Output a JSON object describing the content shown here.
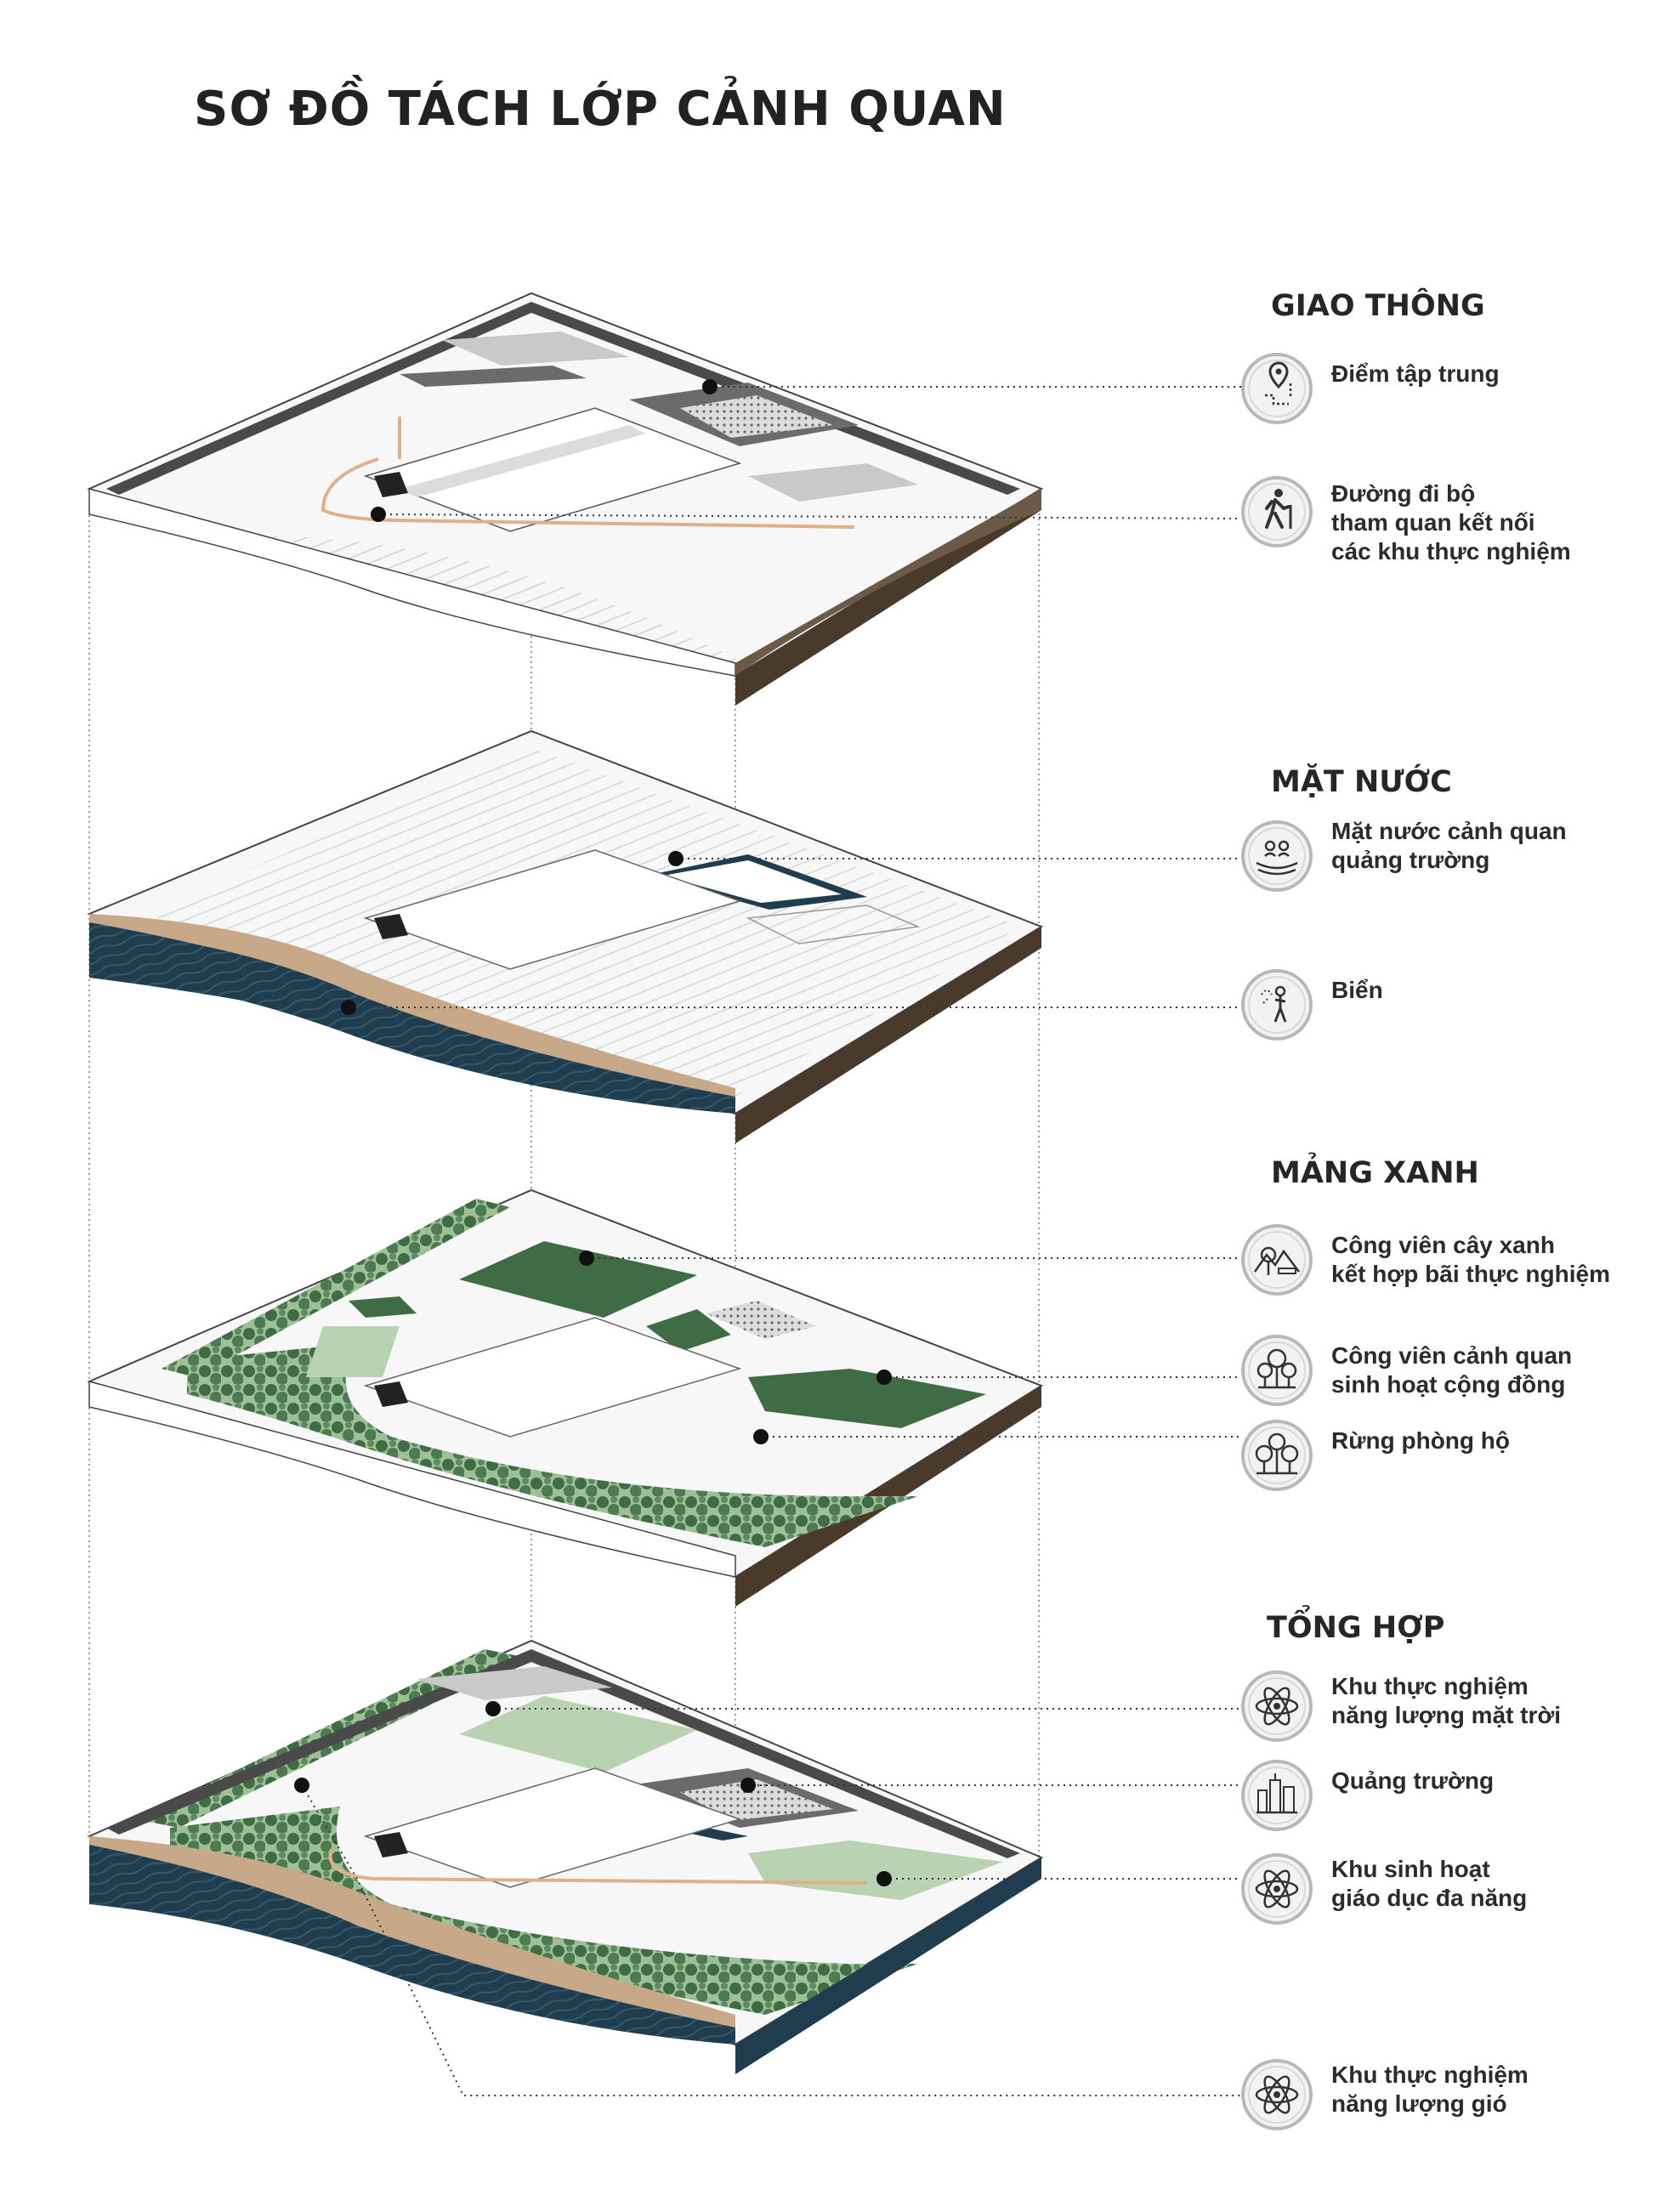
{
  "title": "SƠ ĐỒ TÁCH LỚP CẢNH QUAN",
  "layers": [
    {
      "name": "GIAO THÔNG",
      "items": [
        {
          "label": "Điểm tập trung",
          "icon": "location-pin-icon"
        },
        {
          "label": "Đường đi bộ\ntham quan kết nối\ncác khu thực nghiệm",
          "icon": "hiker-icon"
        }
      ]
    },
    {
      "name": "MẶT NƯỚC",
      "items": [
        {
          "label": "Mặt nước cảnh quan\nquảng trường",
          "icon": "water-pool-icon"
        },
        {
          "label": "Biển",
          "icon": "beach-icon"
        }
      ]
    },
    {
      "name": "MẢNG XANH",
      "items": [
        {
          "label": "Công viên cây xanh\nkết hợp bãi thực nghiệm",
          "icon": "park-tree-icon"
        },
        {
          "label": "Công viên cảnh quan\nsinh hoạt cộng đồng",
          "icon": "trees-icon"
        },
        {
          "label": "Rừng phòng hộ",
          "icon": "forest-icon"
        }
      ]
    },
    {
      "name": "TỔNG HỢP",
      "items": [
        {
          "label": "Khu thực nghiệm\nnăng lượng mặt trời",
          "icon": "atom-icon"
        },
        {
          "label": "Quảng trường",
          "icon": "city-square-icon"
        },
        {
          "label": "Khu sinh hoạt\ngiáo dục đa năng",
          "icon": "atom-icon"
        },
        {
          "label": "Khu thực nghiệm\nnăng lượng gió",
          "icon": "atom-icon"
        }
      ]
    }
  ],
  "colors": {
    "road_dark": "#4a4a4a",
    "road_light": "#c9c9c9",
    "water_blue": "#1f3d4f",
    "sand": "#c7a98a",
    "green_dark": "#3f6b45",
    "green_light": "#b9d3b2",
    "soil": "#4a3a2c",
    "path_orange": "#e0b089",
    "icon_ring": "#b8b8b8",
    "leader": "#333333"
  }
}
